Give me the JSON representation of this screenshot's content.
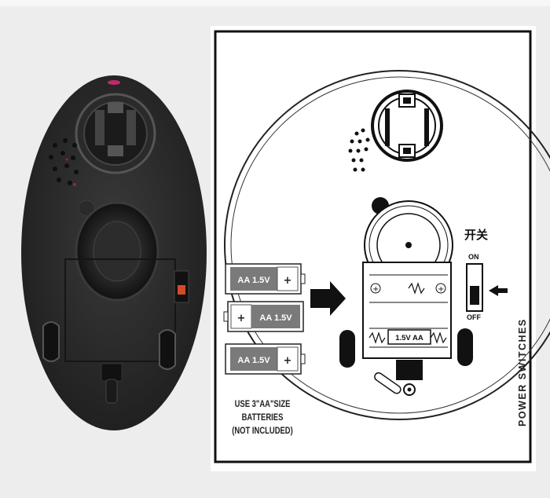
{
  "diagram": {
    "battery_labels": [
      {
        "type": "AA",
        "voltage": "1.5V",
        "plus": "+"
      },
      {
        "type": "AA",
        "voltage": "1.5V",
        "plus": "+"
      },
      {
        "type": "AA",
        "voltage": "1.5V",
        "plus": "+"
      }
    ],
    "compartment_label": "1.5V AA",
    "caption_line1": "USE 3\"AA\"SIZE BATTERIES",
    "caption_line2": "(NOT INCLUDED)",
    "switch_label_cn": "开关",
    "switch_on": "ON",
    "switch_off": "OFF",
    "power_switches": "POWER SWITCHES"
  }
}
